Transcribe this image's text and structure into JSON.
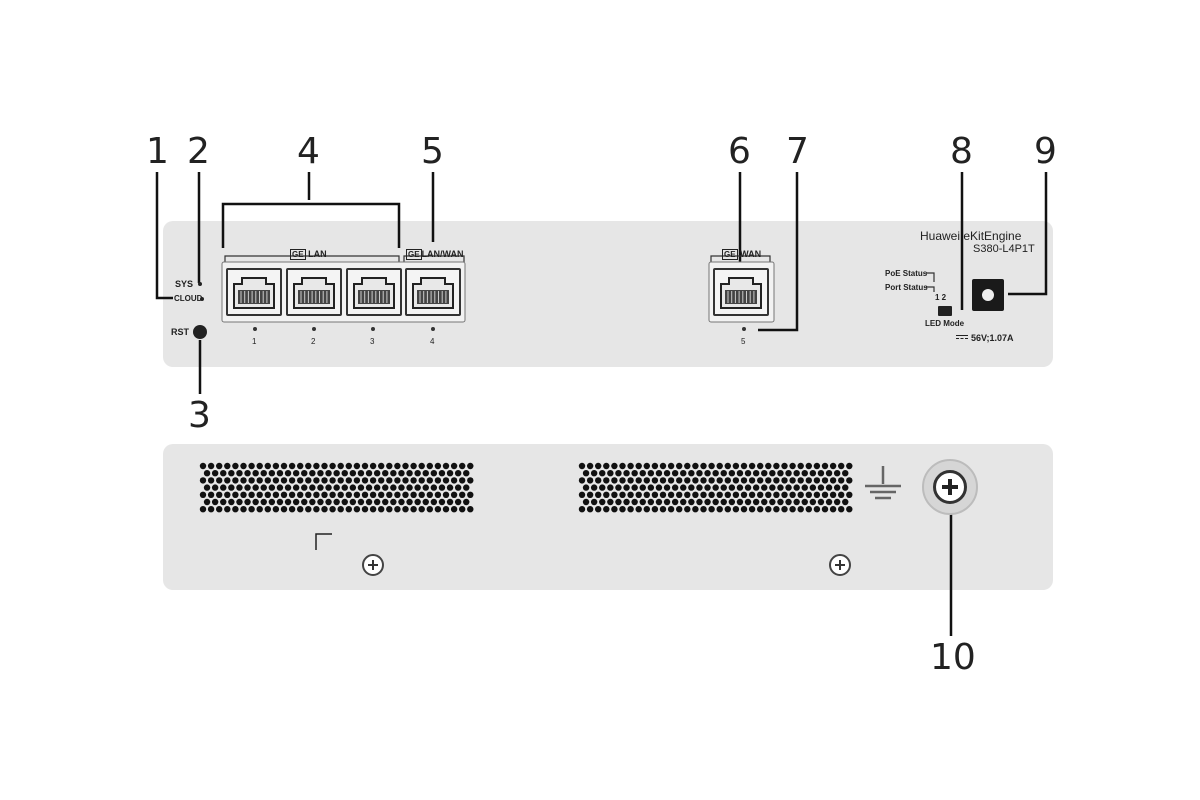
{
  "callouts": [
    "1",
    "2",
    "3",
    "4",
    "5",
    "6",
    "7",
    "8",
    "9",
    "10"
  ],
  "front_panel": {
    "brand_line1": "Huawei eKitEngine",
    "brand_line2": "S380-L4P1T",
    "sys_label": "SYS",
    "cloud_label": "CLOUD",
    "rst_label": "RST",
    "lan_box": "GE",
    "lan_label": "LAN",
    "lanwan_box": "GE",
    "lanwan_label": "LAN/WAN",
    "wan_box": "GE",
    "wan_label": "WAN",
    "port_numbers": [
      "1",
      "2",
      "3",
      "4",
      "5"
    ],
    "poe_status": "PoE Status",
    "port_status": "Port Status",
    "switch_positions": "1 2",
    "led_mode": "LED Mode",
    "power_rating": "56V;1.07A"
  },
  "colors": {
    "panel": "#e6e6e6",
    "outline": "#222222",
    "vent_hole": "#111111"
  }
}
